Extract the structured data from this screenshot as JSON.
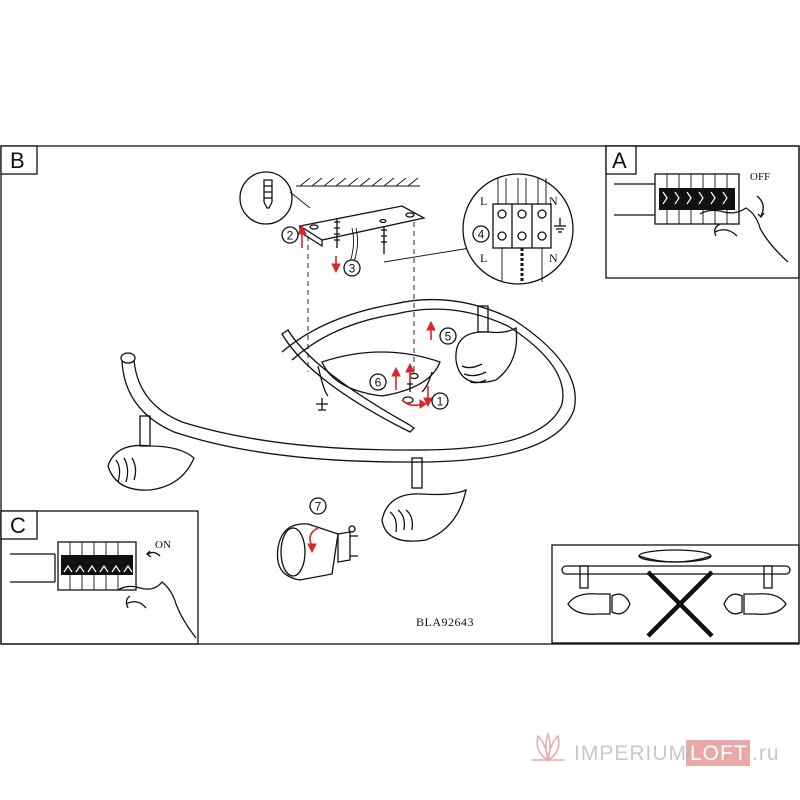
{
  "panels": {
    "b": {
      "label": "B"
    },
    "a": {
      "label": "A",
      "switch_state": "OFF"
    },
    "c": {
      "label": "C",
      "switch_state": "ON"
    }
  },
  "terminal": {
    "top_labels": [
      "L",
      "N"
    ],
    "bottom_labels": [
      "L",
      "N"
    ]
  },
  "steps": [
    "1",
    "2",
    "3",
    "4",
    "5",
    "6",
    "7"
  ],
  "model_code": "BLA92643",
  "watermark": {
    "brand": "IMPERIUM",
    "highlight": "LOFT",
    "suffix": ".ru",
    "colors": {
      "brand": "#c9c9c9",
      "highlight_bg": "#e9a9a9",
      "highlight_text": "#ffffff"
    }
  },
  "colors": {
    "arrow": "#d9262b",
    "line": "#111111"
  }
}
